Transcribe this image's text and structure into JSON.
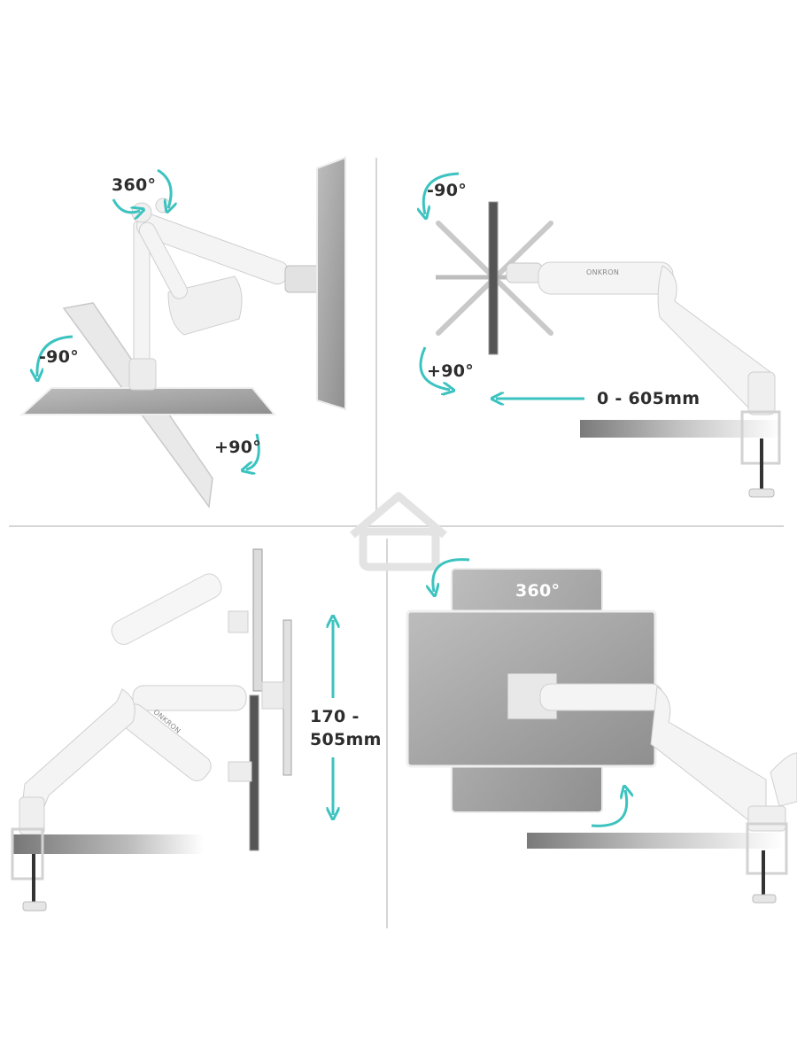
{
  "panels": {
    "tilt_swivel": {
      "swivel_label": "360°",
      "tilt_up_label": "-90°",
      "tilt_down_label": "+90°"
    },
    "rotation_extension": {
      "rotate_ccw_label": "-90°",
      "rotate_cw_label": "+90°",
      "extension_label": "0 - 605mm",
      "arm_brand": "ONKRON"
    },
    "height": {
      "height_label": "170 -\n505mm",
      "arm_brand": "ONKRON"
    },
    "portrait": {
      "rotation_label": "360°"
    }
  },
  "colors": {
    "accent": "#3cc3c0",
    "arm": "#f2f2f2",
    "screen": "#a9a9a9",
    "divider": "#d6d6d6"
  },
  "icons": [
    "rotate-arrow-icon",
    "double-arrow-icon",
    "watermark-logo-icon"
  ]
}
